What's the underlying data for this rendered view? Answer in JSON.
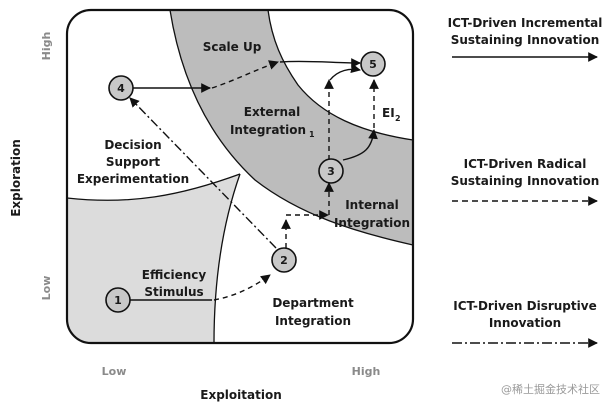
{
  "axes": {
    "y_title": "Exploration",
    "x_title": "Exploitation",
    "y_high": "High",
    "y_low": "Low",
    "x_low": "Low",
    "x_high": "High"
  },
  "regions": {
    "scale_up": "Scale Up",
    "external_1": "External",
    "external_2": "Integration",
    "external_sub": "1",
    "internal_1": "Internal",
    "internal_2": "Integration",
    "decision_1": "Decision",
    "decision_2": "Support",
    "decision_3": "Experimentation",
    "efficiency_1": "Efficiency",
    "efficiency_2": "Stimulus",
    "department_1": "Department",
    "department_2": "Integration",
    "ei2": "EI",
    "ei2_sub": "2"
  },
  "nodes": [
    "1",
    "2",
    "3",
    "4",
    "5"
  ],
  "legend": [
    {
      "line1": "ICT-Driven Incremental",
      "line2": "Sustaining Innovation",
      "style": "solid"
    },
    {
      "line1": "ICT-Driven Radical",
      "line2": "Sustaining Innovation",
      "style": "dashed"
    },
    {
      "line1": "ICT-Driven Disruptive",
      "line2": "Innovation",
      "style": "dashdot"
    }
  ],
  "watermark": "@稀土掘金技术社区",
  "colors": {
    "shade_dark": "#bcbcbc",
    "shade_light": "#dcdcdc",
    "node_fill": "#c8c8c8",
    "stroke": "#111111"
  }
}
